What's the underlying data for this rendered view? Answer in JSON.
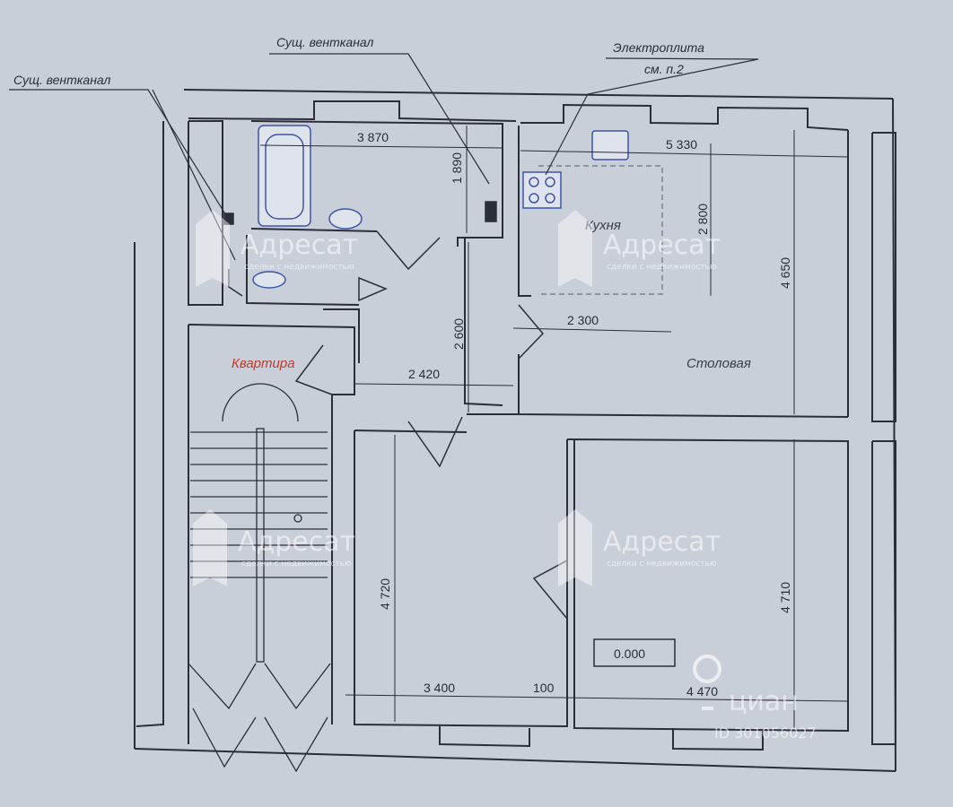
{
  "notes": {
    "ventilation_left": "Сущ. вентканал",
    "ventilation_center": "Сущ. вентканал",
    "stove_line1": "Электроплита",
    "stove_line2": "см. п.2"
  },
  "rooms": {
    "apartment": "Квартира",
    "kitchen": "Кухня",
    "dining": "Столовая"
  },
  "dimensions": {
    "bath_width": "3 870",
    "bath_depth": "1 890",
    "kitchen_width": "5 330",
    "kitchen_depth": "2 800",
    "dining_depth": "4 650",
    "kitchen_span": "2 300",
    "hall_depth": "2 600",
    "hall_width": "2 420",
    "room1_depth": "4 720",
    "room2_depth": "4 710",
    "room1_width": "3 400",
    "wall_gap": "100",
    "room2_width": "4 470"
  },
  "level_mark": "0.000",
  "watermarks": {
    "brand": "Адресат",
    "tagline": "сделки с недвижимостью",
    "cian_logo": "циан",
    "cian_id": "ID 301056027"
  },
  "colors": {
    "background": "#c9cfd9",
    "wall": "#2b2e3a",
    "fixture": "#3d55a8",
    "accent": "#c0392b"
  }
}
